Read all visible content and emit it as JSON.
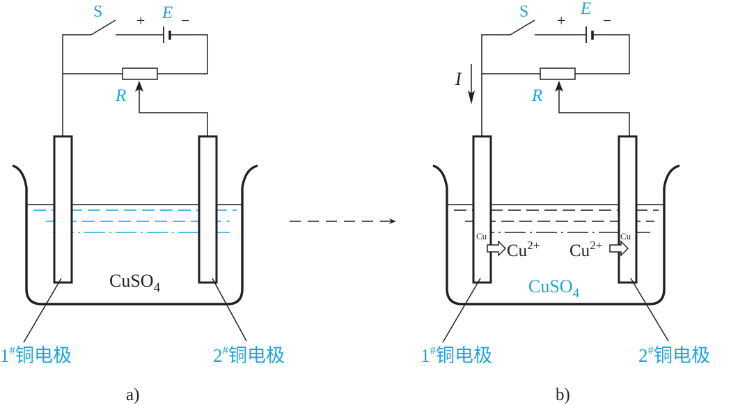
{
  "colors": {
    "accent": "#1fa3d9",
    "ink": "#231f20"
  },
  "panel_a": {
    "switch_label": "S",
    "plus_sign": "+",
    "battery_label": "E",
    "minus_sign": "−",
    "resistor_label": "R",
    "electrolyte": {
      "base": "CuSO",
      "sub": "4"
    },
    "electrode_1": {
      "num": "1",
      "sup": "#",
      "text": "铜电极"
    },
    "electrode_2": {
      "num": "2",
      "sup": "#",
      "text": "铜电极"
    },
    "caption": "a)"
  },
  "panel_b": {
    "switch_label": "S",
    "plus_sign": "+",
    "battery_label": "E",
    "minus_sign": "−",
    "resistor_label": "R",
    "current_label": "I",
    "left_cu_small": "Cu",
    "left_ion": {
      "base": "Cu",
      "sup": "2+"
    },
    "right_ion": {
      "base": "Cu",
      "sup": "2+"
    },
    "right_cu_small": "Cu",
    "electrolyte": {
      "base": "CuSO",
      "sub": "4"
    },
    "electrode_1": {
      "num": "1",
      "sup": "#",
      "text": "铜电极"
    },
    "electrode_2": {
      "num": "2",
      "sup": "#",
      "text": "铜电极"
    },
    "caption": "b)"
  }
}
